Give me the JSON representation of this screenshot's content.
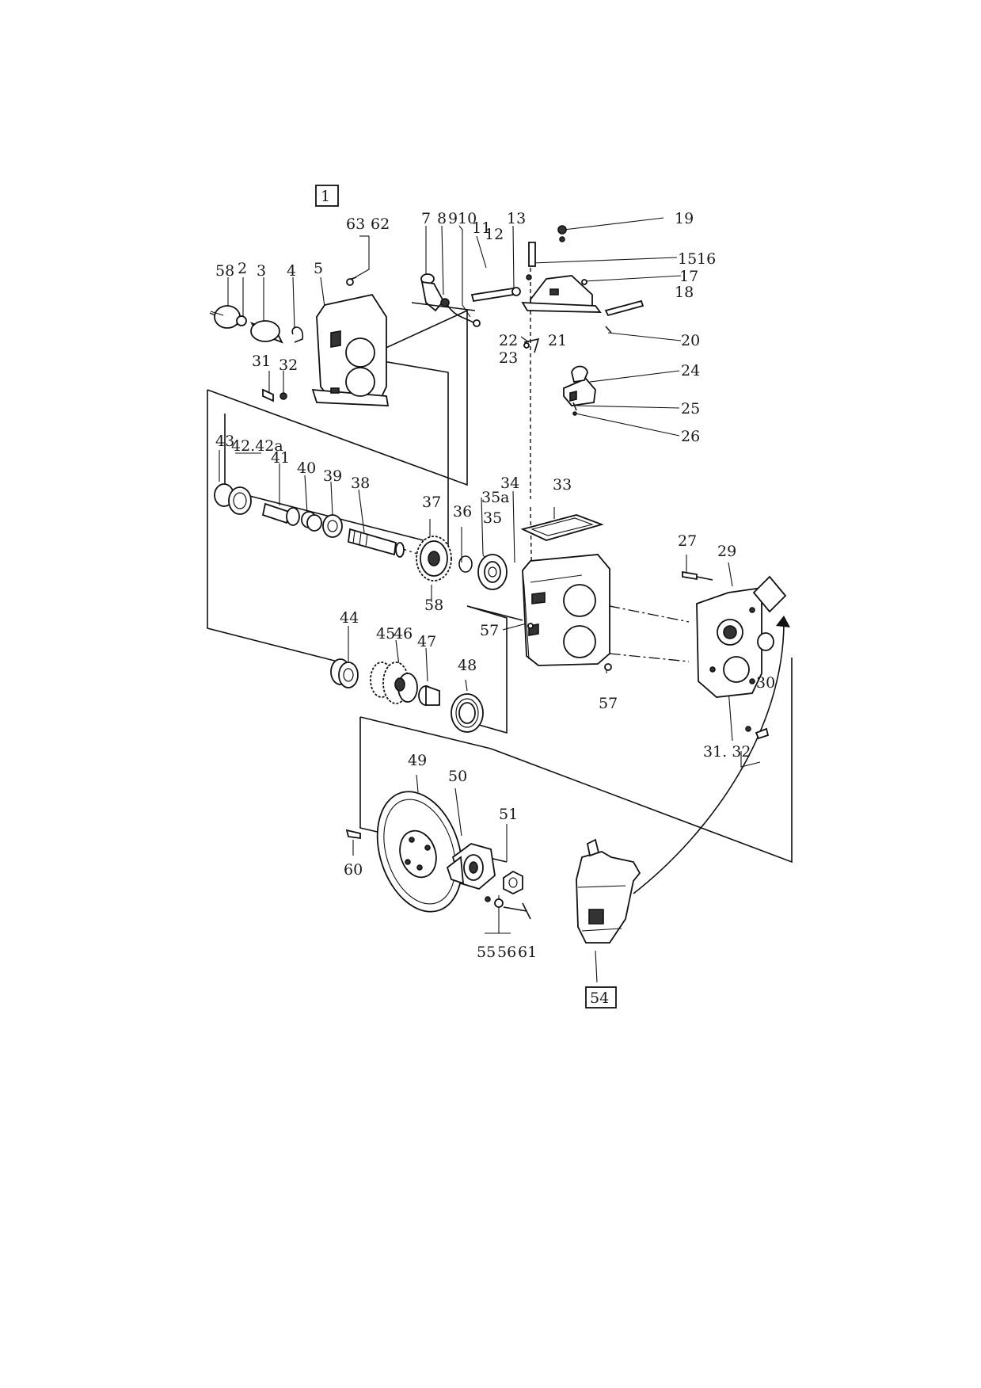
{
  "figure": {
    "figure_number": "1",
    "callout_54": "54"
  },
  "labels": [
    "58",
    "2",
    "3",
    "4",
    "5",
    "63",
    "62",
    "7",
    "8",
    "9",
    "10",
    "11",
    "12",
    "13",
    "19",
    "15",
    "16",
    "17",
    "18",
    "20",
    "21",
    "22",
    "23",
    "24",
    "25",
    "26",
    "31",
    "32",
    "43",
    "42.42a",
    "41",
    "40",
    "39",
    "38",
    "37",
    "36",
    "35a",
    "35",
    "34",
    "33",
    "58",
    "27",
    "29",
    "57",
    "57",
    "30",
    "31. 32",
    "44",
    "45",
    "46",
    "47",
    "48",
    "49",
    "50",
    "51",
    "60",
    "55",
    "56",
    "61"
  ]
}
